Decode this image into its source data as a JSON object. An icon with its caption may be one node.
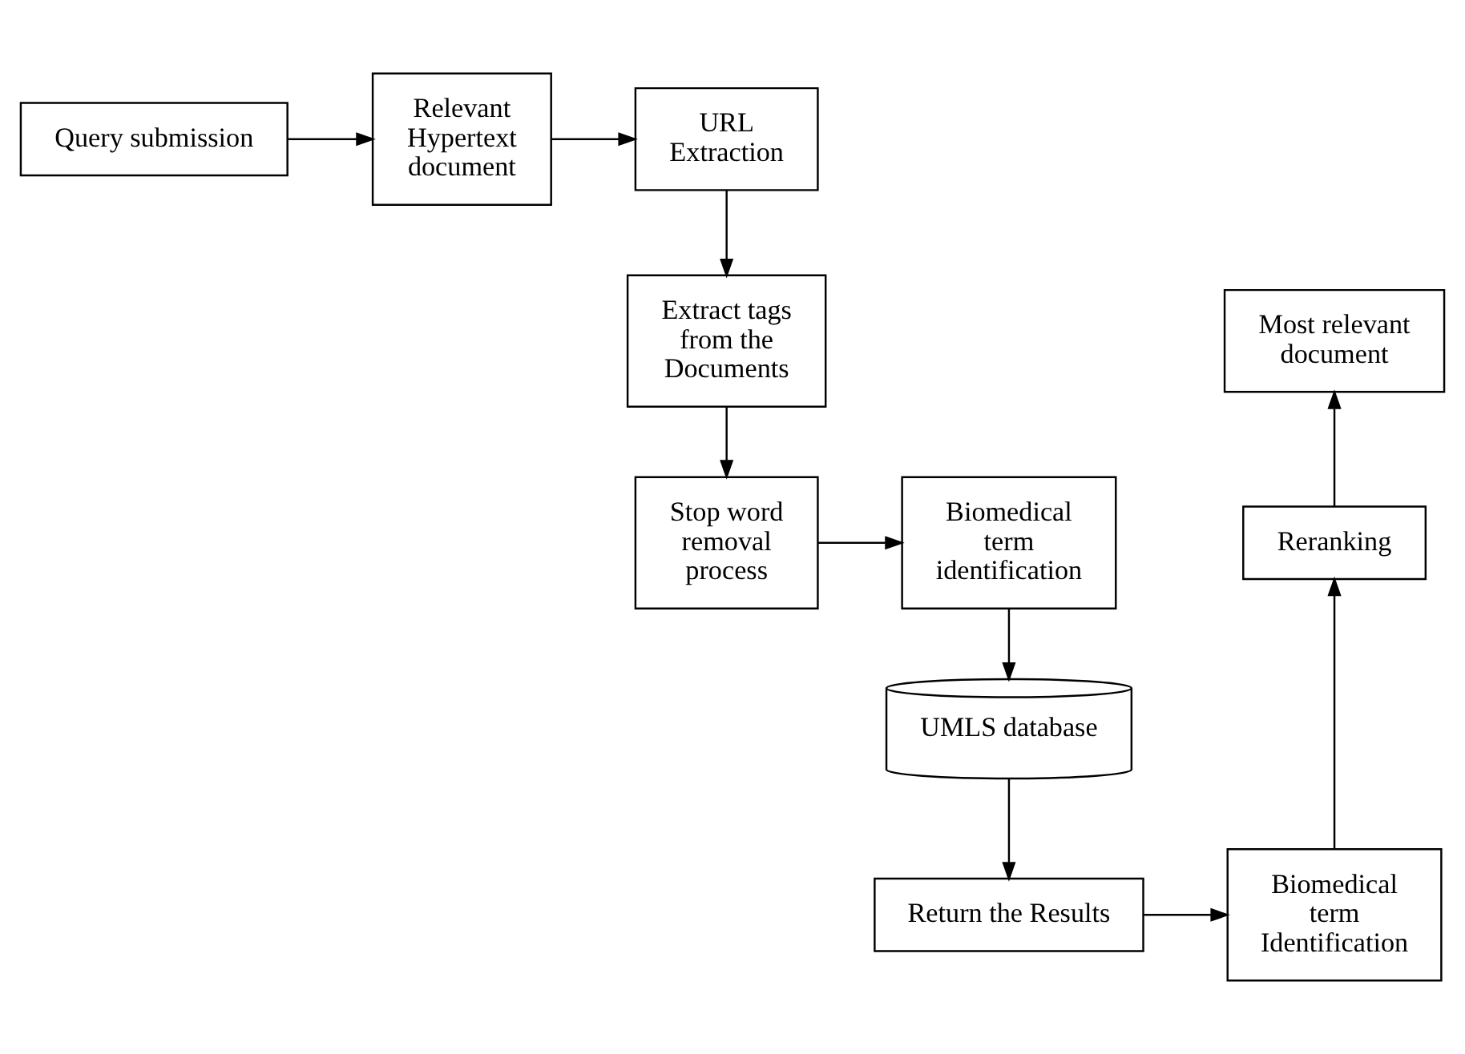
{
  "diagram": {
    "nodes": [
      {
        "text": [
          "Query submission"
        ]
      },
      {
        "text": [
          "Relevant Hypertext document"
        ]
      },
      {
        "text": [
          "URL Extraction"
        ]
      },
      {
        "text": [
          "Extract tags from the Documents"
        ]
      },
      {
        "text": [
          "Stop word removal process"
        ]
      },
      {
        "text": [
          "Biomedical term identification"
        ]
      },
      {
        "text": [
          "UMLS database"
        ]
      },
      {
        "text": [
          "Return the Results"
        ]
      },
      {
        "text": [
          "Biomedical term Identification"
        ]
      },
      {
        "text": [
          "Reranking"
        ]
      },
      {
        "text": [
          "Most relevant document"
        ]
      }
    ],
    "edges": [
      {
        "from": 0,
        "to": 1,
        "arrow": "to"
      },
      {
        "from": 1,
        "to": 2,
        "arrow": "to"
      },
      {
        "from": 2,
        "to": 3,
        "arrow": "to"
      },
      {
        "from": 3,
        "to": 4,
        "arrow": "to"
      },
      {
        "from": 4,
        "to": 5,
        "arrow": "to"
      },
      {
        "from": 5,
        "to": 6,
        "arrow": "to"
      },
      {
        "from": 6,
        "to": 7,
        "arrow": "to"
      },
      {
        "from": 7,
        "to": 8,
        "arrow": "to"
      },
      {
        "from": 8,
        "to": 9,
        "arrow": "to"
      },
      {
        "from": 9,
        "to": 10,
        "arrow": "to"
      }
    ]
  }
}
